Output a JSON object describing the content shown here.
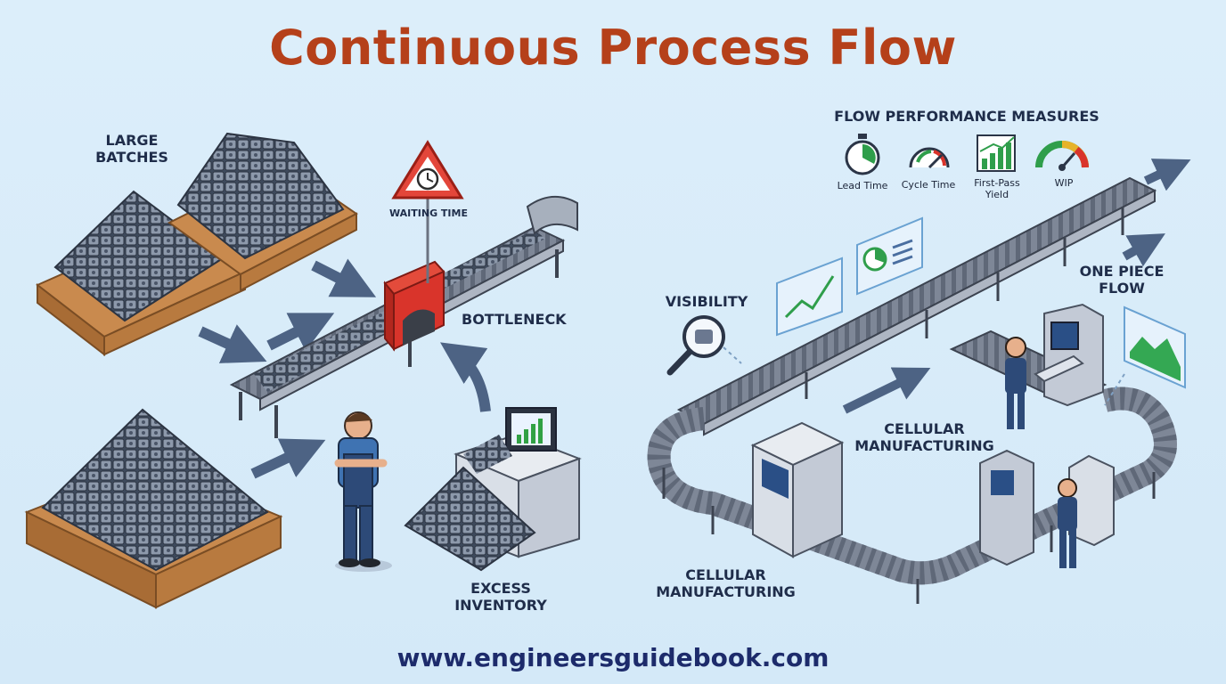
{
  "title": "Continuous Process Flow",
  "left": {
    "large_batches": [
      "LARGE",
      "BATCHES"
    ],
    "waiting_time": "WAITING TIME",
    "bottleneck": "BOTTLENECK",
    "excess_inventory": [
      "EXCESS",
      "INVENTORY"
    ]
  },
  "right": {
    "measures_heading": "FLOW PERFORMANCE MEASURES",
    "measures": [
      {
        "label": "Lead Time",
        "icon": "stopwatch-icon"
      },
      {
        "label": "Cycle Time",
        "icon": "gauge-icon"
      },
      {
        "label": "First-Pass Yield",
        "icon": "bar-chart-icon"
      },
      {
        "label": "WIP",
        "icon": "speedometer-icon"
      }
    ],
    "visibility": "VISIBILITY",
    "one_piece_flow": [
      "ONE PIECE",
      "FLOW"
    ],
    "cellular_top": [
      "CELLULAR",
      "MANUFACTURING"
    ],
    "cellular_bottom": [
      "CELLULAR",
      "MANUFACTURING"
    ]
  },
  "footer": "www.engineersguidebook.com",
  "colors": {
    "title": "#b5401a",
    "background": "#d8ecf9",
    "label": "#1f2d4a",
    "bottleneck": "#d9342b",
    "pallet": "#c98a4e",
    "worker": "#2d4a78"
  }
}
